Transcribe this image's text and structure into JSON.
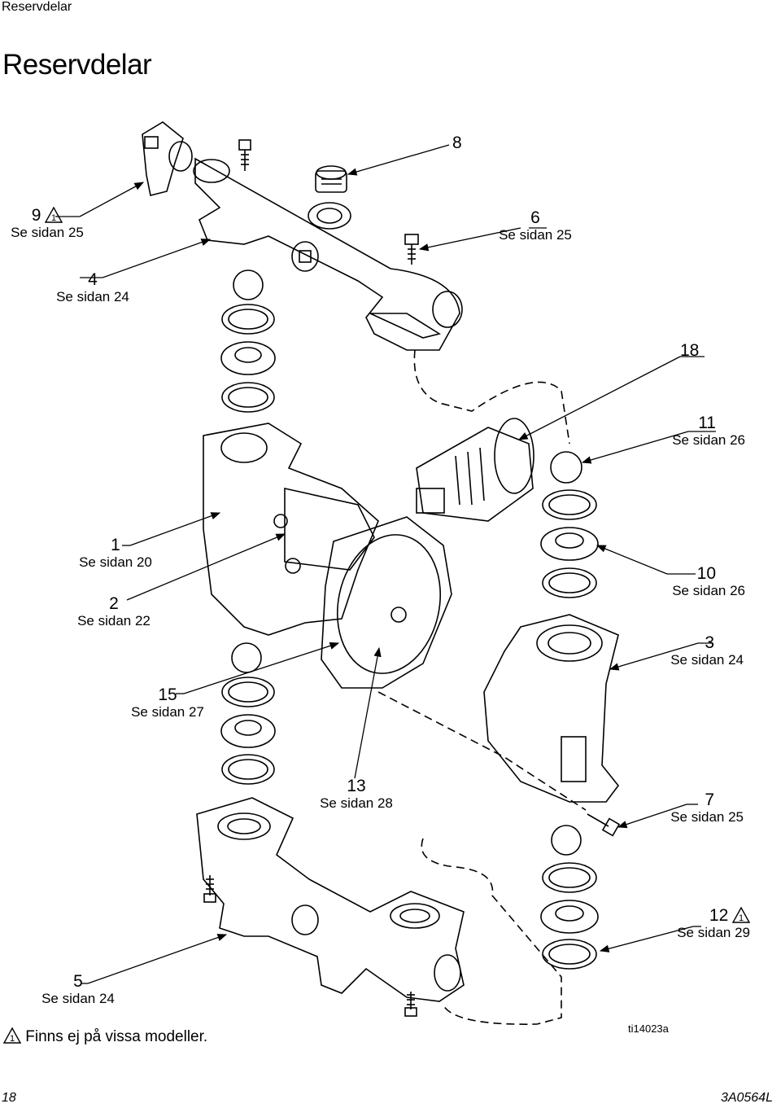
{
  "header": {
    "running_title": "Reservdelar"
  },
  "page_title": "Reservdelar",
  "callouts": [
    {
      "num": "8",
      "ref": ""
    },
    {
      "num": "9",
      "ref": "Se sidan 25",
      "warn": true
    },
    {
      "num": "6",
      "ref": "Se sidan 25"
    },
    {
      "num": "4",
      "ref": "Se sidan 24"
    },
    {
      "num": "18",
      "ref": ""
    },
    {
      "num": "11",
      "ref": "Se sidan 26"
    },
    {
      "num": "1",
      "ref": "Se sidan 20"
    },
    {
      "num": "2",
      "ref": "Se sidan 22"
    },
    {
      "num": "10",
      "ref": "Se sidan 26"
    },
    {
      "num": "3",
      "ref": "Se sidan 24"
    },
    {
      "num": "15",
      "ref": "Se sidan 27"
    },
    {
      "num": "13",
      "ref": "Se sidan 28"
    },
    {
      "num": "7",
      "ref": "Se sidan 25"
    },
    {
      "num": "12",
      "ref": "Se sidan 29",
      "warn": true
    },
    {
      "num": "5",
      "ref": "Se sidan 24"
    }
  ],
  "note": {
    "warn_symbol": "1",
    "text": "Finns ej på vissa modeller."
  },
  "figure_id": "ti14023a",
  "footer": {
    "page_number": "18",
    "doc_number": "3A0564L"
  }
}
